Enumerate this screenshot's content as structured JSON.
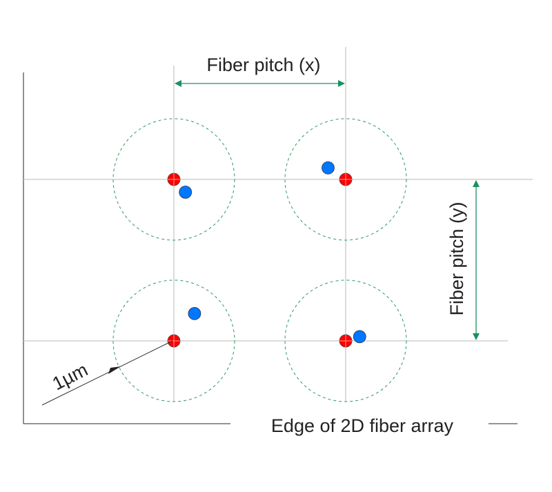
{
  "diagram": {
    "title_x_label": "Fiber pitch (x)",
    "title_y_label": "Fiber pitch (y)",
    "edge_label": "Edge of 2D fiber array",
    "radius_label": "1µm",
    "colors": {
      "gridline": "#c8c8c8",
      "frame": "#555555",
      "pitch_arrow": "#1a9060",
      "tolerance_circle": "#2a9a5a",
      "target_core": "#ff0000",
      "actual_core": "#0077ff",
      "radius_arrow": "#333333",
      "text": "#222222"
    },
    "fibers": [
      {
        "name": "top-left",
        "row": 0,
        "col": 0,
        "offset_dx_um": 0.19,
        "offset_dy_um": -0.21
      },
      {
        "name": "top-right",
        "row": 0,
        "col": 1,
        "offset_dx_um": -0.29,
        "offset_dy_um": 0.19
      },
      {
        "name": "bottom-left",
        "row": 1,
        "col": 0,
        "offset_dx_um": 0.34,
        "offset_dy_um": 0.45
      },
      {
        "name": "bottom-right",
        "row": 1,
        "col": 1,
        "offset_dx_um": 0.23,
        "offset_dy_um": 0.07
      }
    ],
    "legend_semantics": {
      "red_dot": "ideal core position",
      "blue_dot": "measured core position",
      "dashed_circle": "1µm tolerance radius"
    }
  }
}
